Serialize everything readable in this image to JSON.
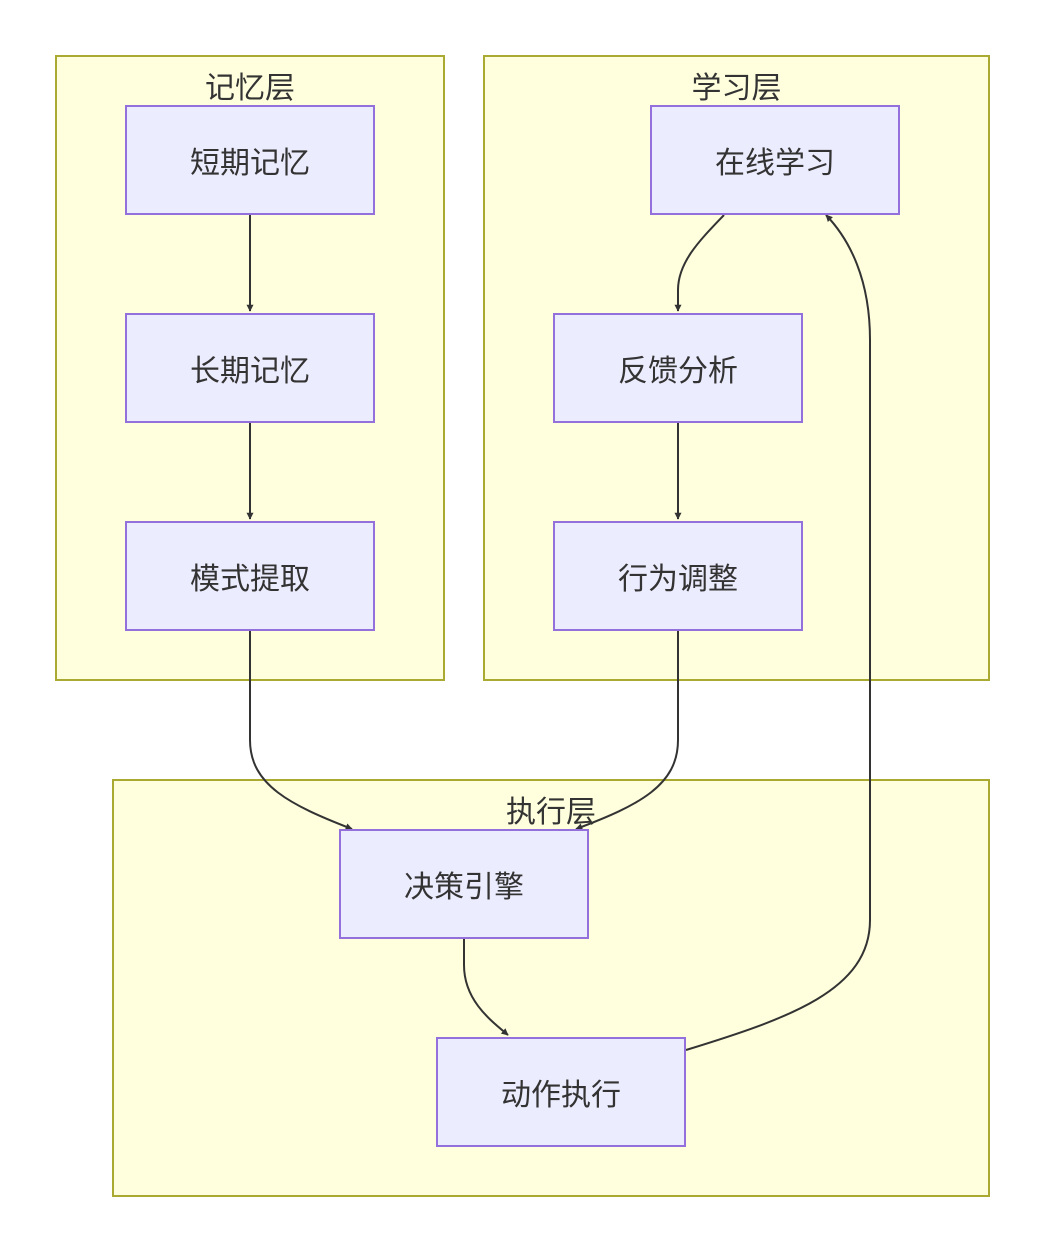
{
  "clusters": {
    "memory": {
      "title": "记忆层"
    },
    "learning": {
      "title": "学习层"
    },
    "execution": {
      "title": "执行层"
    }
  },
  "nodes": {
    "short_term_memory": "短期记忆",
    "long_term_memory": "长期记忆",
    "pattern_extraction": "模式提取",
    "online_learning": "在线学习",
    "feedback_analysis": "反馈分析",
    "behavior_adjustment": "行为调整",
    "decision_engine": "决策引擎",
    "action_execution": "动作执行"
  },
  "edges": [
    {
      "from": "short_term_memory",
      "to": "long_term_memory"
    },
    {
      "from": "long_term_memory",
      "to": "pattern_extraction"
    },
    {
      "from": "pattern_extraction",
      "to": "decision_engine"
    },
    {
      "from": "online_learning",
      "to": "feedback_analysis"
    },
    {
      "from": "feedback_analysis",
      "to": "behavior_adjustment"
    },
    {
      "from": "behavior_adjustment",
      "to": "decision_engine"
    },
    {
      "from": "decision_engine",
      "to": "action_execution"
    },
    {
      "from": "action_execution",
      "to": "online_learning"
    }
  ],
  "colors": {
    "cluster_fill": "#ffffde",
    "cluster_border": "#aaaa33",
    "node_fill": "#ececff",
    "node_border": "#9370db",
    "edge": "#333333"
  }
}
